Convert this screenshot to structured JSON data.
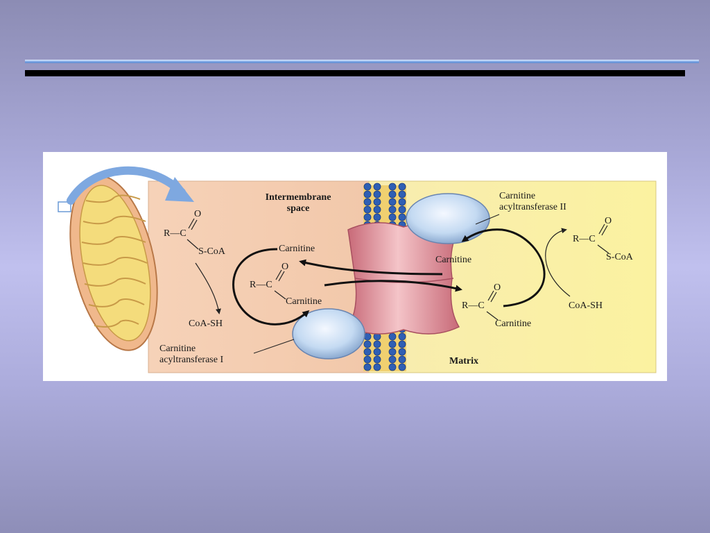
{
  "slide": {
    "accent_blue": "#5a86cc",
    "rule_black": "#000000"
  },
  "diagram": {
    "regions": {
      "intermembrane": "Intermembrane space",
      "intermembrane_line1": "Intermembrane",
      "intermembrane_line2": "space",
      "matrix": "Matrix"
    },
    "enzymes": {
      "cat1_line1": "Carnitine",
      "cat1_line2": "acyltransferase I",
      "cat2_line1": "Carnitine",
      "cat2_line2": "acyltransferase II"
    },
    "left_side": {
      "acyl_coa_r": "R—C",
      "acyl_coa_o": "O",
      "acyl_coa_scoa": "S-CoA",
      "coa_sh": "CoA-SH",
      "carnitine": "Carnitine",
      "acyl_carn_r": "R—C",
      "acyl_carn_o": "O",
      "acyl_carn_carnitine": "Carnitine"
    },
    "right_side": {
      "carnitine": "Carnitine",
      "acyl_carn_r": "R—C",
      "acyl_carn_o": "O",
      "acyl_carn_carnitine": "Carnitine",
      "acyl_coa_r": "R—C",
      "acyl_coa_o": "O",
      "acyl_coa_scoa": "S-CoA",
      "coa_sh": "CoA-SH"
    },
    "colors": {
      "intermembrane_fill": "#f6d2b8",
      "matrix_fill": "#faf0a4",
      "enzyme_fill": "#c4daf2",
      "translocase_fill": "#e9a0a8",
      "lipid_head": "#2f5fb4",
      "lipid_tail": "#e8c23c",
      "mito_outer": "#f0b88c",
      "mito_inner": "#f4dc7c",
      "arrow_blue": "#7ea8e0"
    }
  }
}
